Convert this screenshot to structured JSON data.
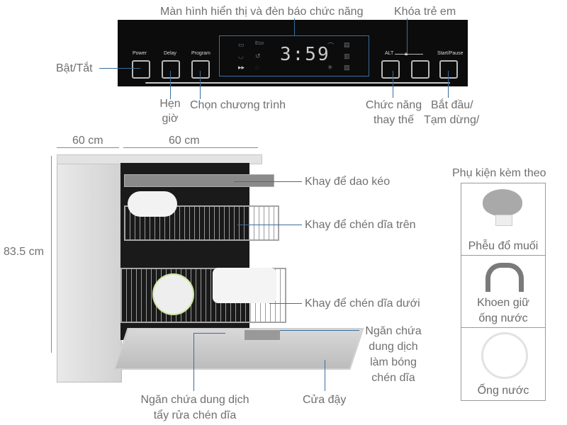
{
  "control_panel": {
    "buttons": [
      {
        "label": "Power"
      },
      {
        "label": "Delay"
      },
      {
        "label": "Program"
      },
      {
        "label": "ALT"
      },
      {
        "label": "Start/Pause"
      }
    ],
    "display_time": "3:59",
    "display_icons": [
      "pot-icon",
      "Eco",
      "bowl-icon",
      "rinse-icon",
      "fast-forward-icon",
      "cycle-icon",
      "spray-icon",
      "salt-icon",
      "snowflake-icon",
      "dry-icon",
      "half-load-icon"
    ],
    "eco_label": "Eco"
  },
  "callouts": {
    "display": "Màn hình hiển thị và đèn báo chức năng",
    "child_lock": "Khóa trẻ em",
    "power": "Bật/Tắt",
    "delay_l1": "Hẹn",
    "delay_l2": "giờ",
    "program": "Chọn chương trình",
    "alt_l1": "Chức năng",
    "alt_l2": "thay thế",
    "start_l1": "Bắt đầu/",
    "start_l2": "Tạm dừng/",
    "cutlery_tray": "Khay để dao kéo",
    "upper_rack": "Khay để chén dĩa trên",
    "lower_rack": "Khay để chén dĩa dưới",
    "rinse_l1": "Ngăn chứa",
    "rinse_l2": "dung dịch",
    "rinse_l3": "làm bóng",
    "rinse_l4": "chén dĩa",
    "detergent_l1": "Ngăn chứa dung dịch",
    "detergent_l2": "tẩy rửa chén dĩa",
    "door": "Cửa đậy"
  },
  "dimensions": {
    "depth": "60 cm",
    "width": "60 cm",
    "height": "83.5 cm"
  },
  "accessories": {
    "title": "Phụ kiện kèm theo",
    "items": [
      {
        "label_l1": "Phễu đổ muối",
        "label_l2": ""
      },
      {
        "label_l1": "Khoen giữ",
        "label_l2": "ống nước"
      },
      {
        "label_l1": "Ống nước",
        "label_l2": ""
      }
    ]
  },
  "colors": {
    "callout_line": "#3a6e9c",
    "text": "#707070",
    "panel": "#0c0c0c"
  }
}
